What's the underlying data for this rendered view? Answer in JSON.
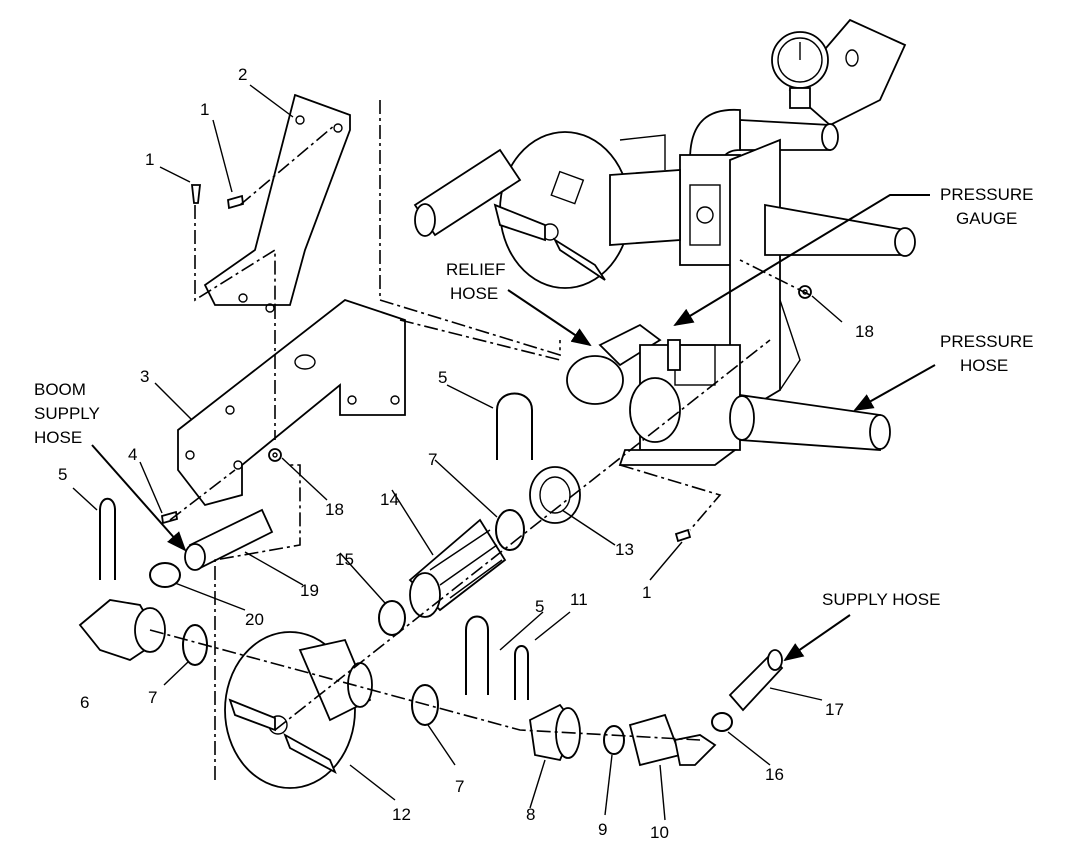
{
  "diagram": {
    "callouts": {
      "c1a": "1",
      "c1b": "1",
      "c1c": "1",
      "c2": "2",
      "c3": "3",
      "c4": "4",
      "c5a": "5",
      "c5b": "5",
      "c5c": "5",
      "c6": "6",
      "c7a": "7",
      "c7b": "7",
      "c7c": "7",
      "c8": "8",
      "c9": "9",
      "c10": "10",
      "c11": "11",
      "c12": "12",
      "c13": "13",
      "c14": "14",
      "c15": "15",
      "c16": "16",
      "c17": "17",
      "c18a": "18",
      "c18b": "18",
      "c19": "19",
      "c20": "20"
    },
    "labels": {
      "pressure_gauge_1": "PRESSURE",
      "pressure_gauge_2": "GAUGE",
      "relief_hose_1": "RELIEF",
      "relief_hose_2": "HOSE",
      "pressure_hose_1": "PRESSURE",
      "pressure_hose_2": "HOSE",
      "boom_supply_1": "BOOM",
      "boom_supply_2": "SUPPLY",
      "boom_supply_3": "HOSE",
      "supply_hose": "SUPPLY HOSE"
    }
  }
}
